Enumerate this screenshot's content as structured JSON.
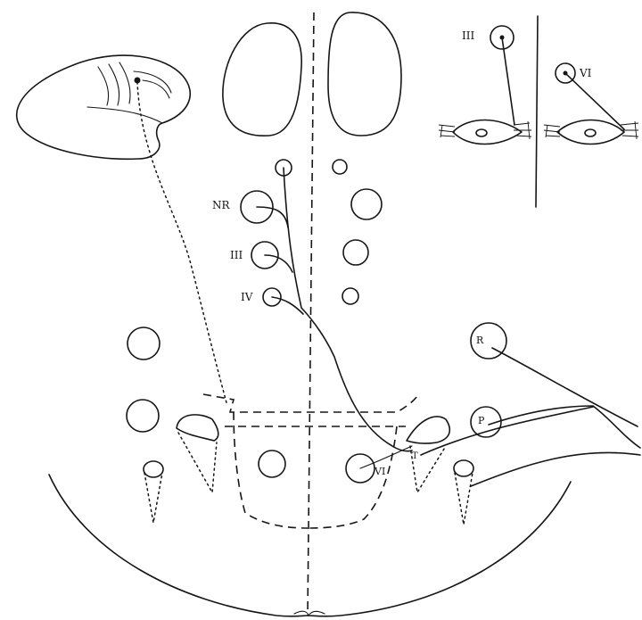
{
  "labels": {
    "nucleus_upper": "NR",
    "nucleus_mid": "III",
    "nucleus_low": "IV",
    "inset_left": "III",
    "inset_right": "VI",
    "lateral_upper": "R",
    "lateral_mid": "P",
    "lower_nucleus": "VI",
    "small_mark": "T"
  },
  "colors": {
    "ink": "#161616",
    "paper": "#ffffff"
  }
}
